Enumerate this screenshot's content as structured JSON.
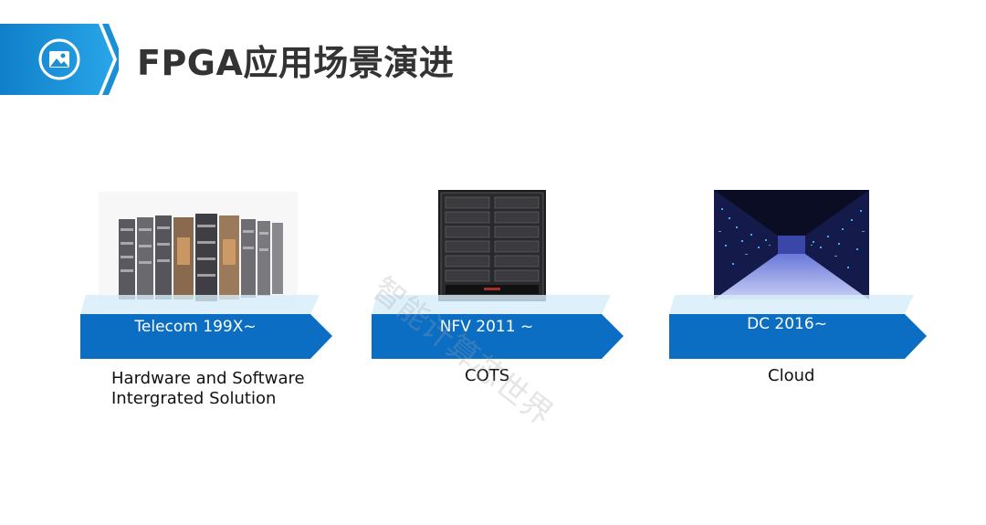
{
  "slide": {
    "title": "FPGA应用场景演进",
    "accent": "#1a8fd6",
    "icon": "image-icon",
    "watermark": "智能计算芯世界"
  },
  "stages": [
    {
      "label": "Telecom 199X~",
      "description": [
        "Hardware and Software",
        "Intergrated Solution"
      ],
      "image": "telecom-racks-photo"
    },
    {
      "label": "NFV 2011 ~",
      "description": [
        "COTS"
      ],
      "image": "blade-server-photo"
    },
    {
      "label": "DC 2016~",
      "description": [
        "Cloud"
      ],
      "image": "datacenter-aisle-photo"
    }
  ]
}
